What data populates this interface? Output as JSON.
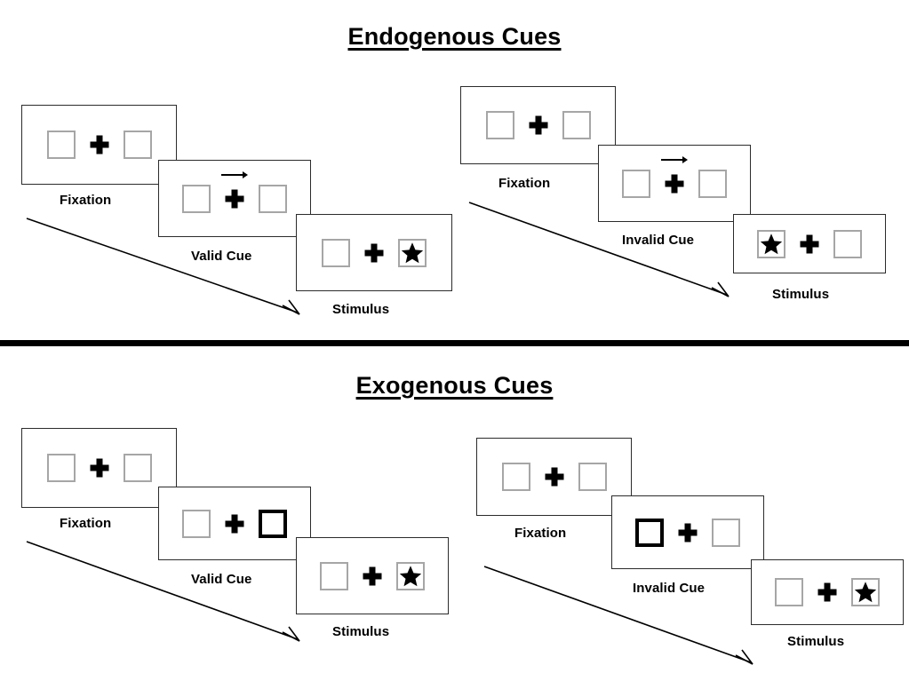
{
  "sections": [
    {
      "id": "endogenous",
      "title": "Endogenous Cues",
      "cue_type": "arrow-cue",
      "sequences": [
        {
          "id": "endogenous-valid",
          "validity": "valid",
          "steps": [
            {
              "label": "Fixation",
              "left_box": {
                "state": "empty",
                "content": "none"
              },
              "center": "fixation-cross",
              "right_box": {
                "state": "empty",
                "content": "none"
              },
              "cue": "none"
            },
            {
              "label": "Valid Cue",
              "left_box": {
                "state": "empty",
                "content": "none"
              },
              "center": "fixation-cross",
              "right_box": {
                "state": "empty",
                "content": "none"
              },
              "cue": "arrow-right"
            },
            {
              "label": "Stimulus",
              "left_box": {
                "state": "empty",
                "content": "none"
              },
              "center": "fixation-cross",
              "right_box": {
                "state": "empty",
                "content": "star"
              },
              "cue": "none"
            }
          ]
        },
        {
          "id": "endogenous-invalid",
          "validity": "invalid",
          "steps": [
            {
              "label": "Fixation",
              "left_box": {
                "state": "empty",
                "content": "none"
              },
              "center": "fixation-cross",
              "right_box": {
                "state": "empty",
                "content": "none"
              },
              "cue": "none"
            },
            {
              "label": "Invalid Cue",
              "left_box": {
                "state": "empty",
                "content": "none"
              },
              "center": "fixation-cross",
              "right_box": {
                "state": "empty",
                "content": "none"
              },
              "cue": "arrow-right"
            },
            {
              "label": "Stimulus",
              "left_box": {
                "state": "empty",
                "content": "star"
              },
              "center": "fixation-cross",
              "right_box": {
                "state": "empty",
                "content": "none"
              },
              "cue": "none"
            }
          ]
        }
      ]
    },
    {
      "id": "exogenous",
      "title": "Exogenous Cues",
      "cue_type": "box-flash",
      "sequences": [
        {
          "id": "exogenous-valid",
          "validity": "valid",
          "steps": [
            {
              "label": "Fixation",
              "left_box": {
                "state": "empty",
                "content": "none"
              },
              "center": "fixation-cross",
              "right_box": {
                "state": "empty",
                "content": "none"
              },
              "cue": "none"
            },
            {
              "label": "Valid Cue",
              "left_box": {
                "state": "empty",
                "content": "none"
              },
              "center": "fixation-cross",
              "right_box": {
                "state": "cued",
                "content": "none"
              },
              "cue": "right-box-highlight"
            },
            {
              "label": "Stimulus",
              "left_box": {
                "state": "empty",
                "content": "none"
              },
              "center": "fixation-cross",
              "right_box": {
                "state": "empty",
                "content": "star"
              },
              "cue": "none"
            }
          ]
        },
        {
          "id": "exogenous-invalid",
          "validity": "invalid",
          "steps": [
            {
              "label": "Fixation",
              "left_box": {
                "state": "empty",
                "content": "none"
              },
              "center": "fixation-cross",
              "right_box": {
                "state": "empty",
                "content": "none"
              },
              "cue": "none"
            },
            {
              "label": "Invalid Cue",
              "left_box": {
                "state": "cued",
                "content": "none"
              },
              "center": "fixation-cross",
              "right_box": {
                "state": "empty",
                "content": "none"
              },
              "cue": "left-box-highlight"
            },
            {
              "label": "Stimulus",
              "left_box": {
                "state": "empty",
                "content": "none"
              },
              "center": "fixation-cross",
              "right_box": {
                "state": "empty",
                "content": "star"
              },
              "cue": "none"
            }
          ]
        }
      ]
    }
  ],
  "colors": {
    "panel_border": "#2b2b2b",
    "box_border": "#a6a6a6",
    "cued_box_border": "#000000",
    "ink": "#000000",
    "background": "#ffffff"
  },
  "icons": {
    "fixation_cross": "plus-icon",
    "arrow_cue": "arrow-right-icon",
    "target": "star-icon",
    "time_flow": "diagonal-arrow-icon"
  }
}
